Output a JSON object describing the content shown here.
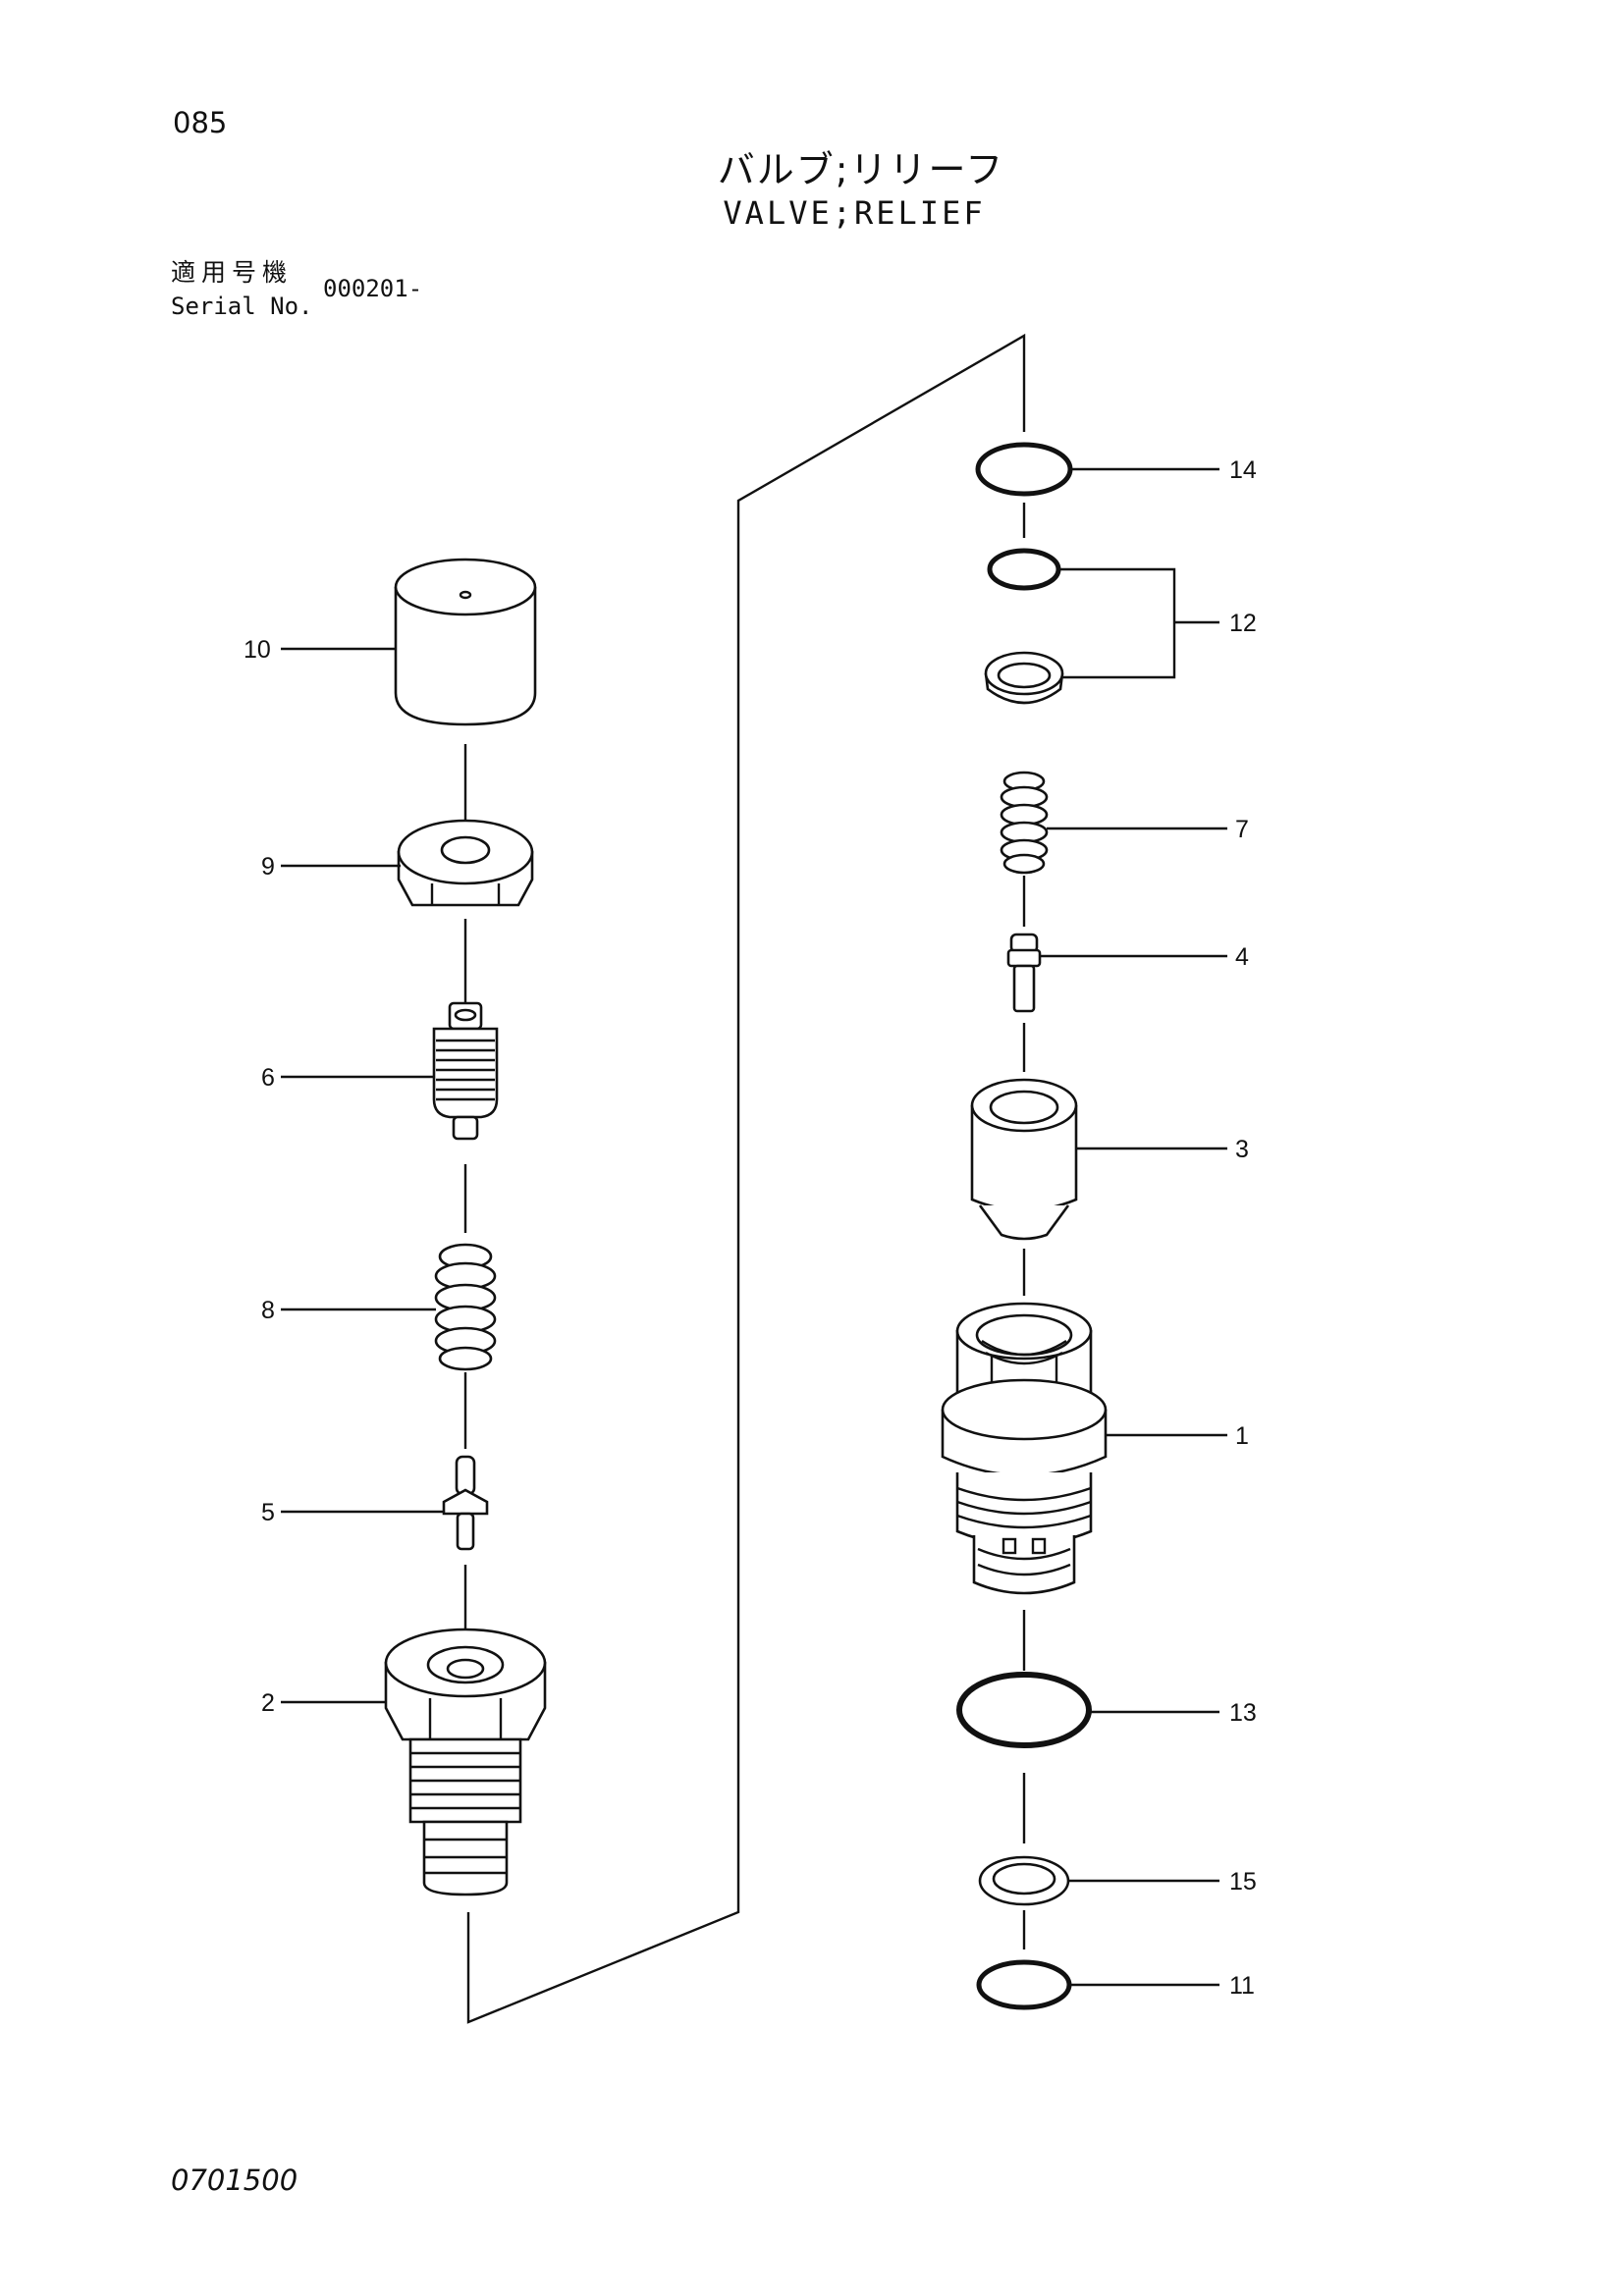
{
  "header": {
    "page_number": "085",
    "title_jp": "バルブ;リリーフ",
    "title_en": "VALVE;RELIEF",
    "serial_label_jp": "適用号機",
    "serial_label_en": "Serial No.",
    "serial_value": "000201-"
  },
  "footer": {
    "drawing_number": "0701500"
  },
  "callouts": {
    "c10": "10",
    "c9": "9",
    "c6": "6",
    "c8": "8",
    "c5": "5",
    "c2": "2",
    "c14": "14",
    "c12": "12",
    "c7": "7",
    "c4": "4",
    "c3": "3",
    "c1": "1",
    "c13": "13",
    "c15": "15",
    "c11": "11"
  }
}
